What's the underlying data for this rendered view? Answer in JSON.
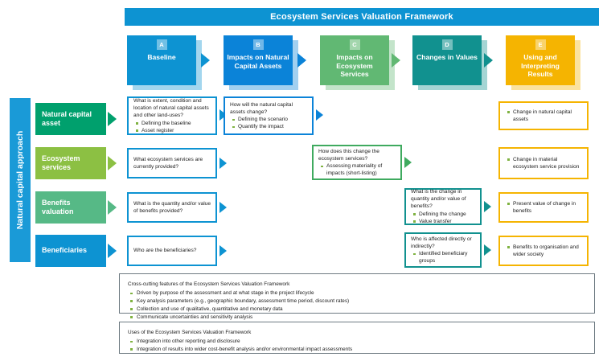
{
  "title": "Ecosystem Services Valuation Framework",
  "left_band": {
    "label": "Natural capital approach"
  },
  "row_labels": [
    {
      "label": "Natural capital asset",
      "color": "#00a06d"
    },
    {
      "label": "Ecosystem services",
      "color": "#8cc043"
    },
    {
      "label": "Benefits valuation",
      "color": "#56b986"
    },
    {
      "label": "Beneficiaries",
      "color": "#0d93d2"
    }
  ],
  "stages": [
    {
      "letter": "A",
      "title": "Baseline",
      "color": "#0d93d2"
    },
    {
      "letter": "B",
      "title": "Impacts on Natural Capital Assets",
      "color": "#0b83d8"
    },
    {
      "letter": "C",
      "title": "Impacts on Ecosystem Services",
      "color": "#61b873"
    },
    {
      "letter": "D",
      "title": "Changes in Values",
      "color": "#11918f"
    },
    {
      "letter": "E",
      "title": "Using and Interpreting Results",
      "color": "#f5b401"
    }
  ],
  "cells": {
    "a1": {
      "heading": "What is extent, condition and location of natural capital assets and other land-uses?",
      "bullets": [
        "Defining the baseline",
        "Asset register"
      ],
      "border": "#0d93d2"
    },
    "b1": {
      "heading": "How will the natural capital assets change?",
      "bullets": [
        "Defining the scenario",
        "Quantify the impact"
      ],
      "border": "#0b83d8"
    },
    "e1": {
      "heading": "",
      "bullets": [
        "Change in natural capital assets"
      ],
      "border": "#f5b401"
    },
    "a2": {
      "heading": "What ecosystem services are currently provided?",
      "bullets": [],
      "border": "#0d93d2"
    },
    "c2": {
      "heading": "How does this change the ecosystem services?",
      "bullets": [
        "Assessing materiality of impacts (short-listing)"
      ],
      "border": "#3faa5f"
    },
    "e2": {
      "heading": "",
      "bullets": [
        "Change in material ecosystem service provision"
      ],
      "border": "#f5b401"
    },
    "a3": {
      "heading": "What is the quantity and/or value of benefits provided?",
      "bullets": [],
      "border": "#0d93d2"
    },
    "d3": {
      "heading": "What is the change in quantity and/or value of benefits?",
      "bullets": [
        "Defining the change",
        "Value transfer"
      ],
      "border": "#11918f"
    },
    "e3": {
      "heading": "",
      "bullets": [
        "Present value of change in benefits"
      ],
      "border": "#f5b401"
    },
    "a4": {
      "heading": "Who are the beneficiaries?",
      "bullets": [],
      "border": "#0d93d2"
    },
    "d4": {
      "heading": "Who is affected directly or indirectly?",
      "bullets": [
        "Identified beneficiary groups"
      ],
      "border": "#11918f"
    },
    "e4": {
      "heading": "",
      "bullets": [
        "Benefits to organisation and wider society"
      ],
      "border": "#f5b401"
    }
  },
  "notes": [
    {
      "heading": "Cross-cutting features of the Ecosystem Services Valuation Framework",
      "bullets": [
        "Driven by purpose of the assessment and at what stage in the project lifecycle",
        "Key analysis parameters (e.g., geographic boundary, assessment time period, discount rates)",
        "Collection and use of qualitative, quantitative and monetary data",
        "Communicate uncertainties and sensitivity analysis"
      ]
    },
    {
      "heading": "Uses of the Ecosystem Services Valuation Framework",
      "bullets": [
        "Integration into other reporting and disclosure",
        "Integration of results into wider cost-benefit analysis and/or environmental impact assessments"
      ]
    }
  ]
}
